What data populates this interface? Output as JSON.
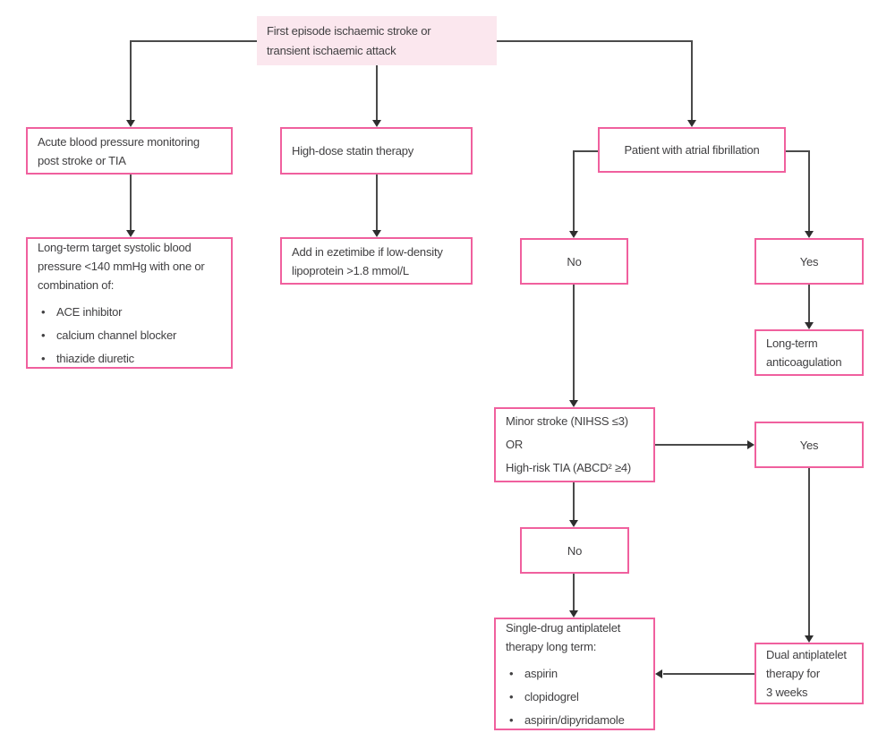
{
  "colors": {
    "box_border_pink": "#f0609e",
    "root_box_background": "#fbe7ee",
    "text": "#414042",
    "connector_line": "#4a4a4a"
  },
  "nodes": {
    "root": {
      "lines": [
        "First episode ischaemic stroke or",
        "transient ischaemic attack"
      ]
    },
    "acute_bp": {
      "lines": [
        "Acute blood pressure monitoring",
        "post stroke or TIA"
      ]
    },
    "long_term_bp": {
      "title_lines": [
        "Long-term target systolic blood",
        "pressure <140 mmHg with one or",
        "combination of:"
      ],
      "bullets": [
        "ACE inhibitor",
        "calcium channel blocker",
        "thiazide diuretic"
      ]
    },
    "statin": {
      "lines": [
        "High-dose statin therapy"
      ]
    },
    "ezetimibe": {
      "lines": [
        "Add in ezetimibe if low-density",
        "lipoprotein >1.8 mmol/L"
      ]
    },
    "af": {
      "lines": [
        "Patient with atrial fibrillation"
      ]
    },
    "af_no": {
      "label": "No"
    },
    "af_yes": {
      "label": "Yes"
    },
    "anticoag": {
      "lines": [
        "Long-term",
        "anticoagulation"
      ]
    },
    "minor_stroke": {
      "lines": [
        "Minor stroke (NIHSS ≤3)",
        "OR",
        "High-risk TIA (ABCD² ≥4)"
      ]
    },
    "minor_yes": {
      "label": "Yes"
    },
    "minor_no": {
      "label": "No"
    },
    "single_drug": {
      "title_lines": [
        "Single-drug antiplatelet",
        "therapy long term:"
      ],
      "bullets": [
        "aspirin",
        "clopidogrel",
        "aspirin/dipyridamole"
      ]
    },
    "dual": {
      "lines": [
        "Dual antiplatelet",
        "therapy for",
        "3 weeks"
      ]
    }
  },
  "edges": [
    {
      "from": "root",
      "to": "acute_bp"
    },
    {
      "from": "root",
      "to": "statin"
    },
    {
      "from": "root",
      "to": "af"
    },
    {
      "from": "acute_bp",
      "to": "long_term_bp"
    },
    {
      "from": "statin",
      "to": "ezetimibe"
    },
    {
      "from": "af",
      "to": "af_no"
    },
    {
      "from": "af",
      "to": "af_yes"
    },
    {
      "from": "af_yes",
      "to": "anticoag"
    },
    {
      "from": "af_no",
      "to": "minor_stroke"
    },
    {
      "from": "minor_stroke",
      "to": "minor_yes"
    },
    {
      "from": "minor_stroke",
      "to": "minor_no"
    },
    {
      "from": "minor_no",
      "to": "single_drug"
    },
    {
      "from": "minor_yes",
      "to": "dual"
    },
    {
      "from": "dual",
      "to": "single_drug"
    }
  ]
}
